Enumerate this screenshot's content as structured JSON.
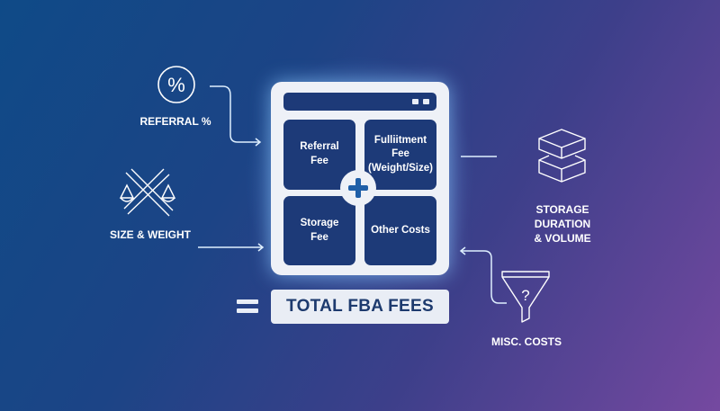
{
  "diagram": {
    "title": "Total FBA Fees",
    "center_window": {
      "cells": [
        {
          "label_line1": "Referral",
          "label_line2": "Fee"
        },
        {
          "label_line1": "Fulliitment Fee",
          "label_line2": "(Weight/Size)"
        },
        {
          "label_line1": "Storage",
          "label_line2": "Fee"
        },
        {
          "label_line1": "Other Costs",
          "label_line2": ""
        }
      ],
      "operator_icon": "plus-icon"
    },
    "result": {
      "operator": "=",
      "label": "TOTAL FBA FEES"
    },
    "inputs": [
      {
        "icon": "percent-icon",
        "icon_text": "%",
        "label": "REFERRAL %"
      },
      {
        "icon": "scale-ruler-icon",
        "label": "SIZE & WEIGHT"
      },
      {
        "icon": "stacked-boxes-icon",
        "label_line1": "STORAGE DURATION",
        "label_line2": "& VOLUME"
      },
      {
        "icon": "funnel-question-icon",
        "label": "MISC. COSTS"
      }
    ],
    "colors": {
      "bg_start": "#0f4a87",
      "bg_end": "#7549a0",
      "window": "#eef1f7",
      "cell": "#1d3a78",
      "plus": "#1f5fa8",
      "total_text": "#1d3a6e"
    }
  }
}
